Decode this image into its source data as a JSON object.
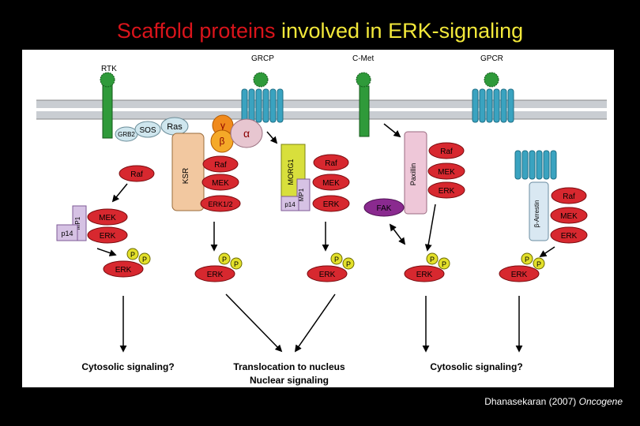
{
  "title": {
    "part1": "Scaffold proteins",
    "part2": " involved in ERK-signaling"
  },
  "credit": {
    "author": "Dhanasekaran (2007) ",
    "journal": "Oncogene"
  },
  "receptors": {
    "rtk": "RTK",
    "grcp": "GRCP",
    "cmet": "C-Met",
    "gpcr": "GPCR"
  },
  "proteins": {
    "grb2": "GRB2",
    "sos": "SOS",
    "ras": "Ras",
    "gamma": "γ",
    "beta": "β",
    "alpha": "α",
    "raf": "Raf",
    "mek": "MEK",
    "erk": "ERK",
    "erk12": "ERK1/2",
    "ksr": "KSR",
    "morg1": "MORG1",
    "mp1": "MP1",
    "p14": "p14",
    "paxillin": "Paxillin",
    "fak": "FAK",
    "barrestin": "β-Arrestin",
    "p": "P"
  },
  "labels": {
    "cyto_left": "Cytosolic signaling?",
    "nuc1": "Translocation to nucleus",
    "nuc2": "Nuclear signaling",
    "cyto_right": "Cytosolic signaling?"
  },
  "colors": {
    "title_red": "#d9141b",
    "title_yellow": "#f2e83a",
    "erk_red": "#c8102e",
    "membrane": "#c9cdd2",
    "teal": "#3aa3c0",
    "green": "#2f9a3a"
  }
}
